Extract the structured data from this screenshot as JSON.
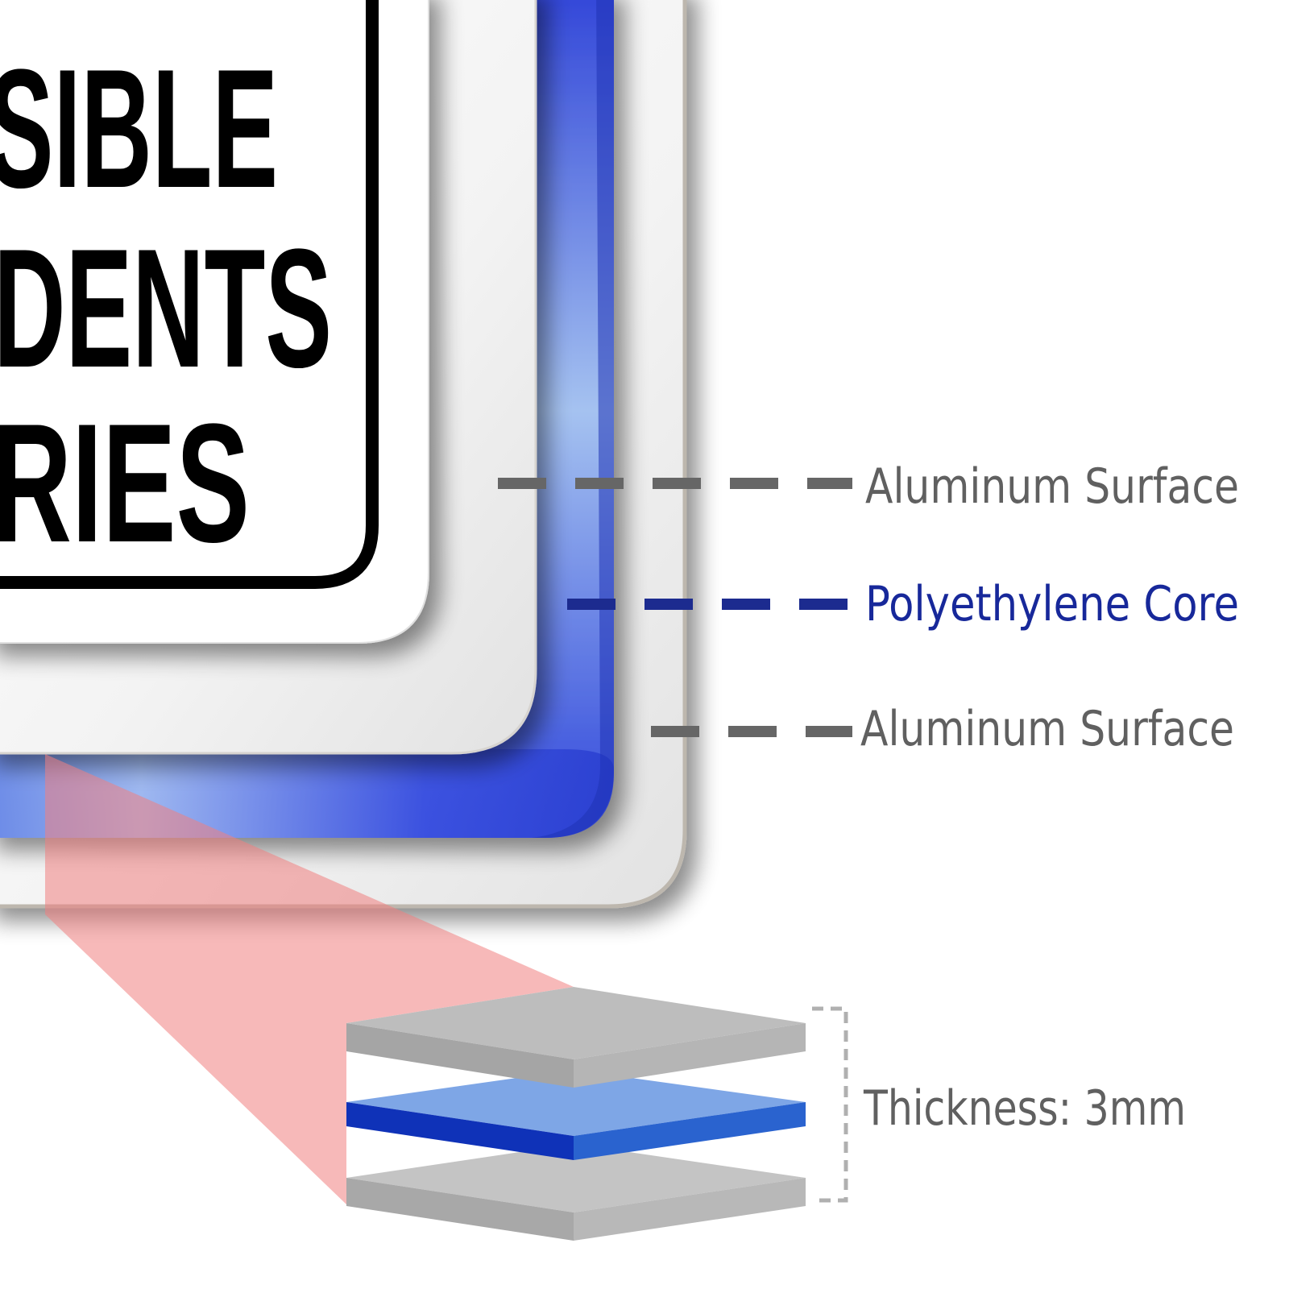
{
  "sign": {
    "lines": [
      "SIBLE",
      "DENTS",
      "RIES"
    ]
  },
  "labels": {
    "aluminum_top": "Aluminum Surface",
    "polyethylene": "Polyethylene Core",
    "aluminum_bottom": "Aluminum Surface",
    "thickness": "Thickness: 3mm"
  },
  "colors": {
    "aluminum_label": "#606060",
    "core_label": "#17289a",
    "core_blue": "#3a4fe0",
    "highlight_red": "#f08080",
    "plate_gray": "#b3b3b3",
    "core_plate_blue": "#2a63cf"
  }
}
